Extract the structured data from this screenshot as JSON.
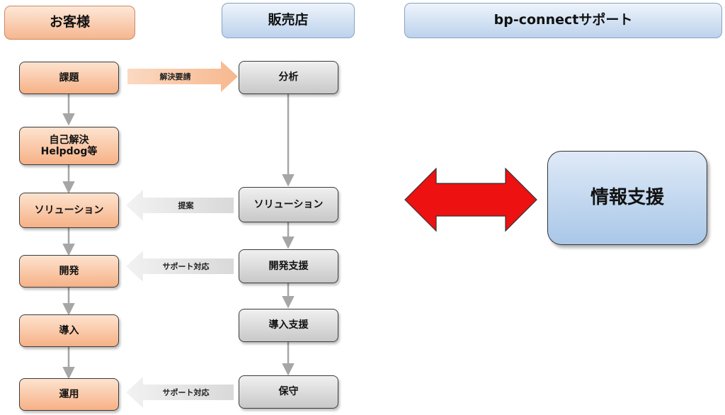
{
  "headers": {
    "customer": "お客様",
    "dealer": "販売店",
    "support": "bp-connectサポート"
  },
  "customer_nodes": {
    "issue": "課題",
    "self_solve_line1": "自己解決",
    "self_solve_line2": "Helpdog等",
    "solution": "ソリューション",
    "development": "開発",
    "introduction": "導入",
    "operation": "運用"
  },
  "dealer_nodes": {
    "analysis": "分析",
    "solution": "ソリューション",
    "dev_support": "開発支援",
    "intro_support": "導入支援",
    "maintenance": "保守"
  },
  "arrow_labels": {
    "request": "解決要請",
    "proposal": "提案",
    "support_dev": "サポート対応",
    "support_ops": "サポート対応"
  },
  "support_box": "情報支援",
  "colors": {
    "orange": "#f6b186",
    "gray": "#c8c8c8",
    "blue": "#a9c7e8",
    "red": "#ee1111"
  }
}
